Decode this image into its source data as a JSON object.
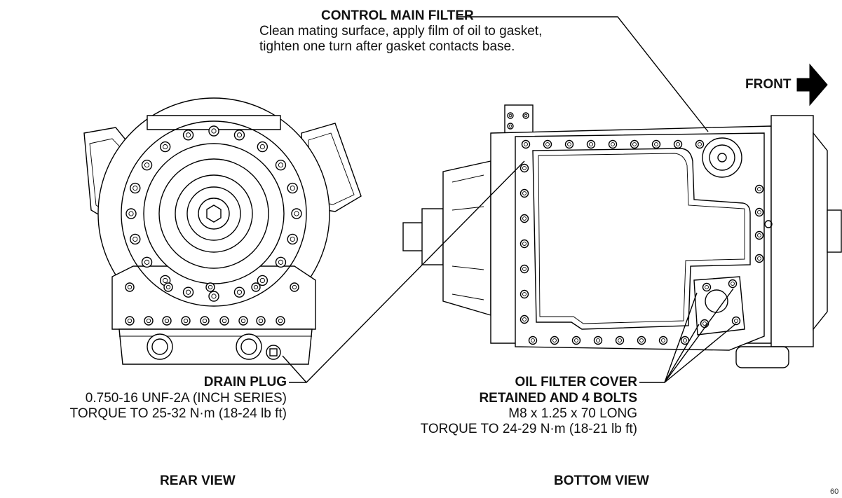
{
  "labels": {
    "control_filter_title": "CONTROL MAIN FILTER",
    "control_filter_line1": "Clean mating surface, apply film of oil to gasket,",
    "control_filter_line2": "tighten one turn after gasket contacts base.",
    "front": "FRONT",
    "drain_plug_title": "DRAIN PLUG",
    "drain_plug_line1": "0.750-16 UNF-2A (INCH SERIES)",
    "drain_plug_line2": "TORQUE TO 25-32 N·m (18-24 lb ft)",
    "oil_filter_title1": "OIL FILTER COVER",
    "oil_filter_title2": "RETAINED AND 4 BOLTS",
    "oil_filter_line1": "M8 x 1.25 x 70 LONG",
    "oil_filter_line2": "TORQUE TO 24-29 N·m (18-21 lb ft)",
    "rear_view": "REAR  VIEW",
    "bottom_view": "BOTTOM  VIEW",
    "figure_number": "60"
  },
  "colors": {
    "ink": "#000000",
    "paper": "#ffffff"
  },
  "icons": {
    "front_arrow": "right-arrow-icon"
  }
}
